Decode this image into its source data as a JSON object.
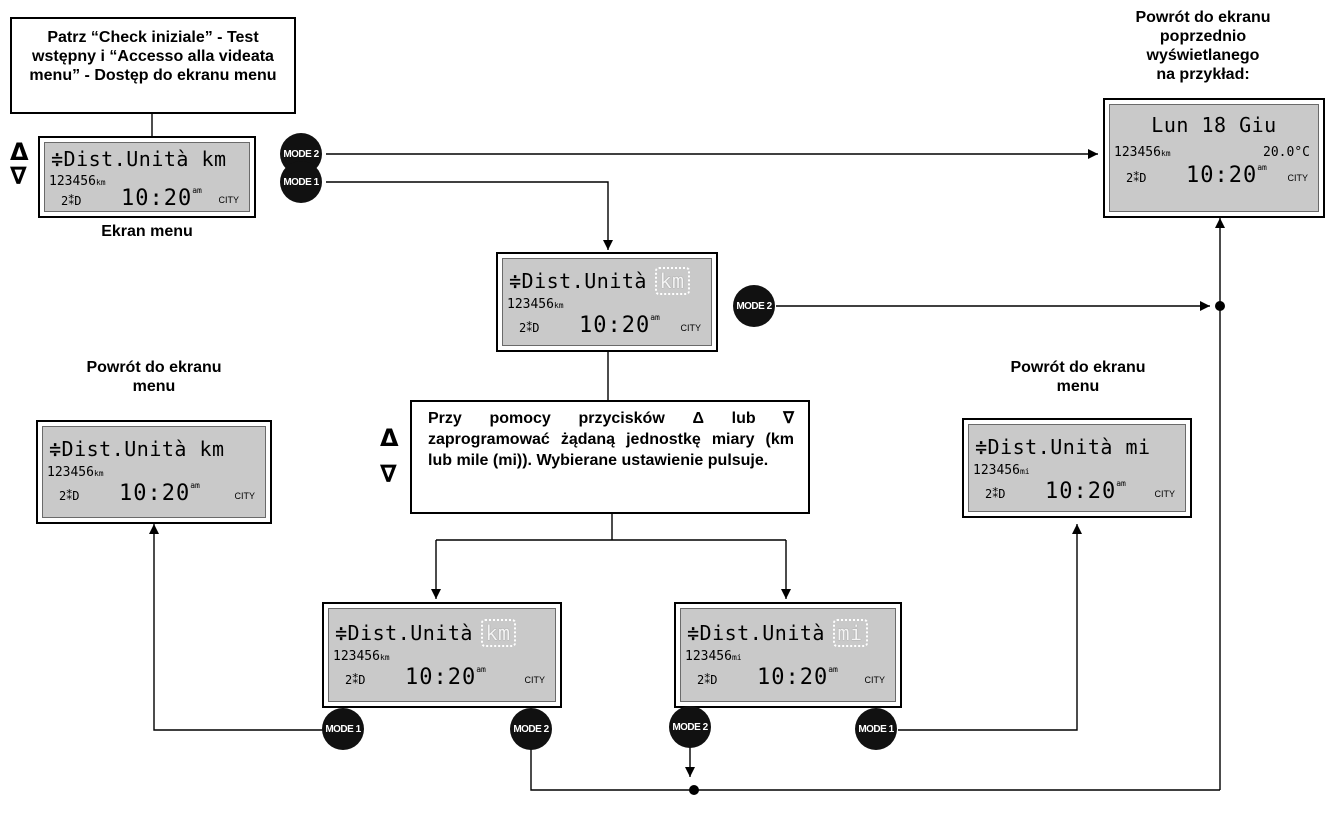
{
  "notes": {
    "intro": "Patrz “Check iniziale” - Test\nwstępny i “Accesso alla videata\nmenu” - Dostęp do ekranu menu",
    "menu_screen_caption": "Ekran menu",
    "return_previous": "Powrót do ekranu\npoprzednio\nwyświetlanego\nna przykład:",
    "return_menu_left": "Powrót do ekranu\nmenu",
    "return_menu_right": "Powrót do ekranu\nmenu",
    "instruction": "Przy pomocy przycisków Δ lub ∇ zaprogramować żądaną jednostkę miary (km lub mile (mi)). Wybierane ustawienie pulsuje."
  },
  "keys": {
    "up": "Δ",
    "down": "∇"
  },
  "buttons": {
    "mode1": "MODE 1",
    "mode2": "MODE 2"
  },
  "displays": {
    "menu": {
      "line1": "≑Dist.Unità",
      "unit": "km",
      "odo": "123456",
      "odo_unit": "km",
      "gear": "2⁑D",
      "time": "10:20",
      "ampm": "am",
      "mode": "CITY"
    },
    "edit": {
      "line1": "≑Dist.Unità",
      "unit": "km",
      "odo": "123456",
      "odo_unit": "km",
      "gear": "2⁑D",
      "time": "10:20",
      "ampm": "am",
      "mode": "CITY"
    },
    "return_left": {
      "line1": "≑Dist.Unità",
      "unit": "km",
      "odo": "123456",
      "odo_unit": "km",
      "gear": "2⁑D",
      "time": "10:20",
      "ampm": "am",
      "mode": "CITY"
    },
    "return_right": {
      "line1": "≑Dist.Unità",
      "unit": "mi",
      "odo": "123456",
      "odo_unit": "mi",
      "gear": "2⁑D",
      "time": "10:20",
      "ampm": "am",
      "mode": "CITY"
    },
    "choice_km": {
      "line1": "≑Dist.Unità",
      "unit": "km",
      "odo": "123456",
      "odo_unit": "km",
      "gear": "2⁑D",
      "time": "10:20",
      "ampm": "am",
      "mode": "CITY"
    },
    "choice_mi": {
      "line1": "≑Dist.Unità",
      "unit": "mi",
      "odo": "123456",
      "odo_unit": "mi",
      "gear": "2⁑D",
      "time": "10:20",
      "ampm": "am",
      "mode": "CITY"
    },
    "previous": {
      "line1": "Lun 18 Giu",
      "odo": "123456",
      "odo_unit": "km",
      "temp": "20.0°C",
      "gear": "2⁑D",
      "time": "10:20",
      "ampm": "am",
      "mode": "CITY"
    }
  }
}
